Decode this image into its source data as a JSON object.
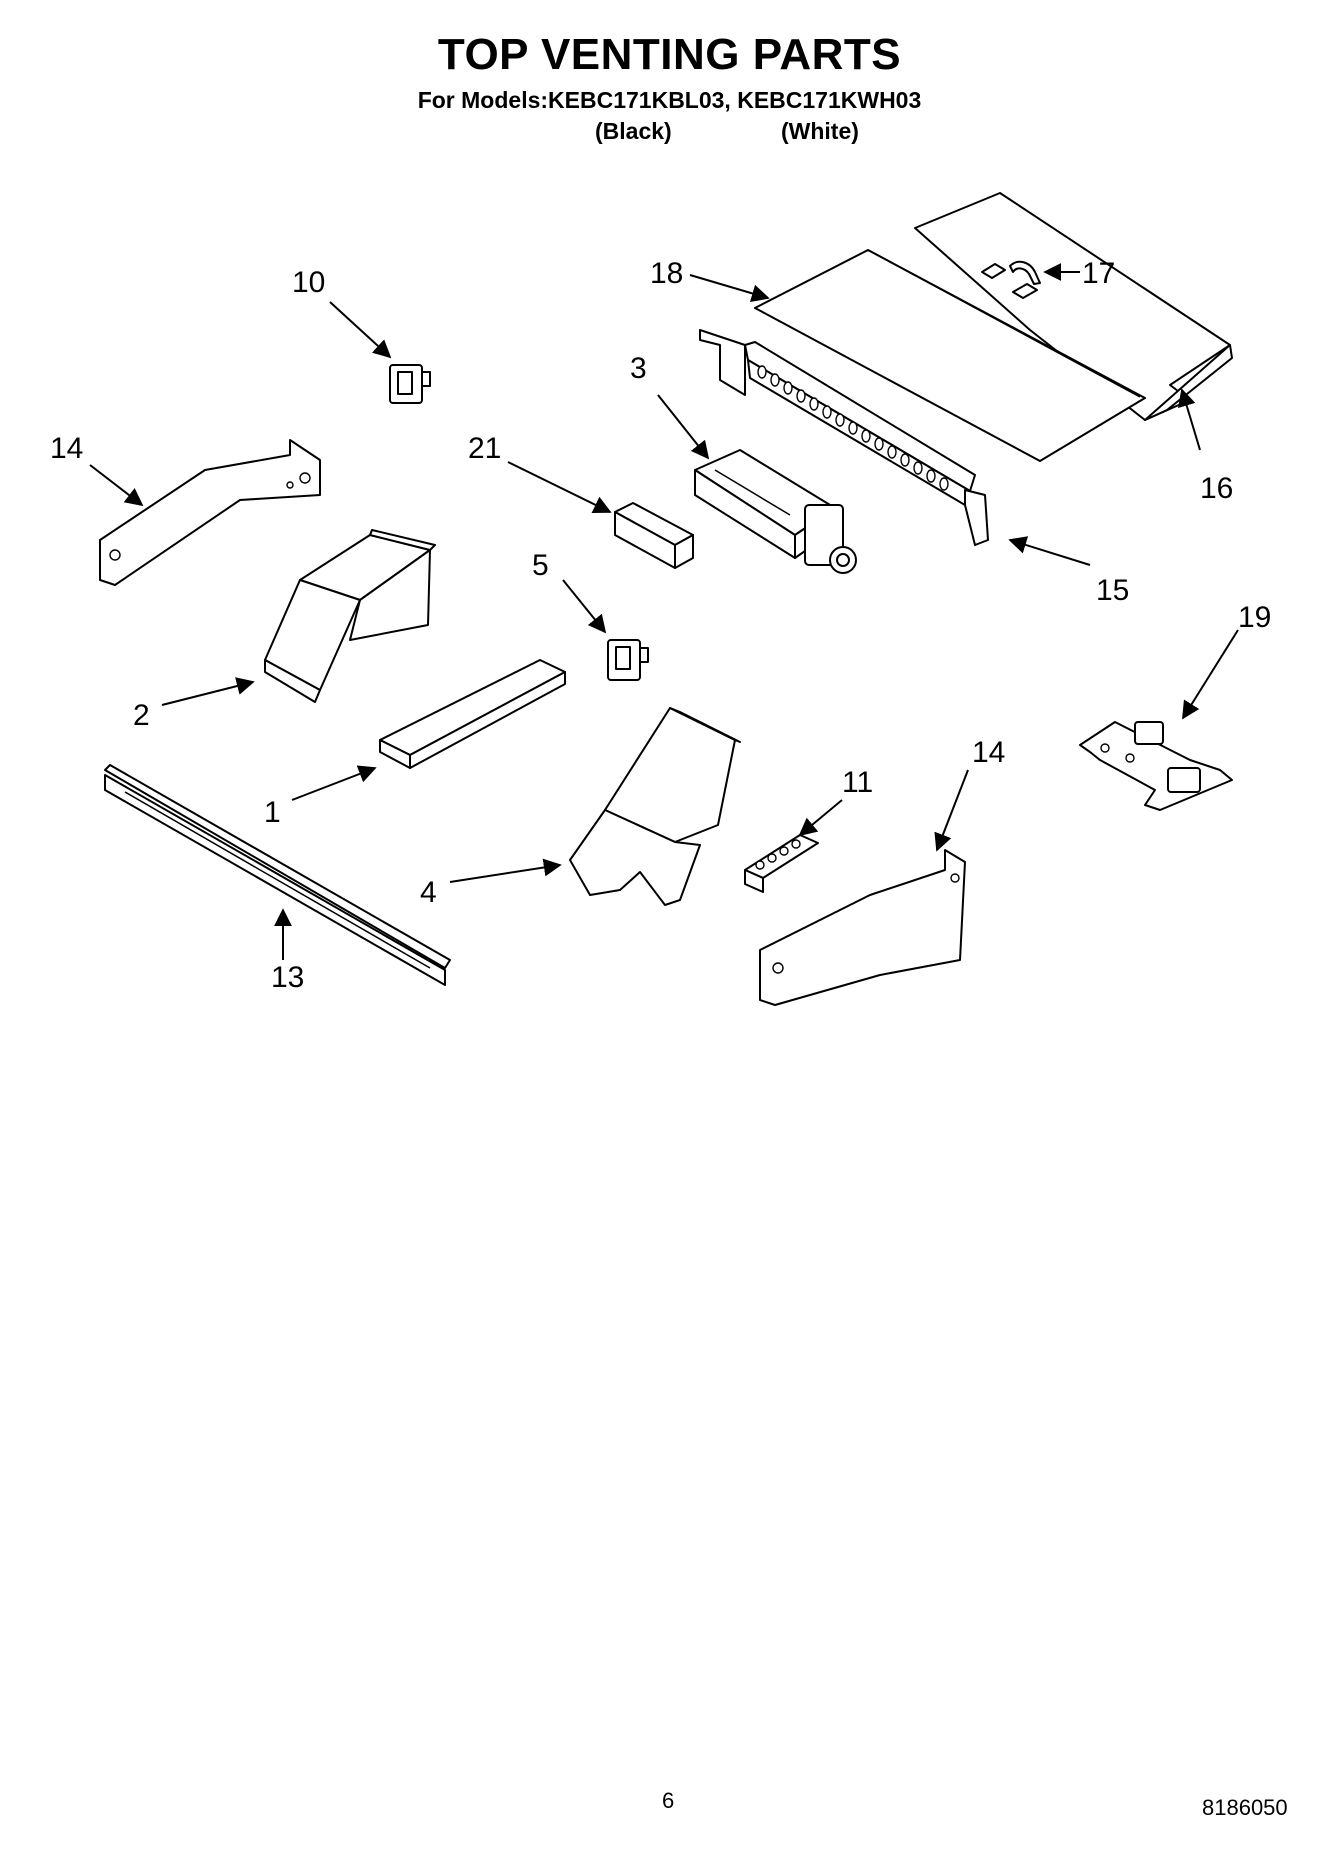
{
  "header": {
    "title": "TOP VENTING PARTS",
    "models_line": "For Models:KEBC171KBL03, KEBC171KWH03",
    "variant_black": "(Black)",
    "variant_white": "(White)"
  },
  "callouts": {
    "c1": "1",
    "c2": "2",
    "c3": "3",
    "c4": "4",
    "c5": "5",
    "c10": "10",
    "c11": "11",
    "c13": "13",
    "c14a": "14",
    "c14b": "14",
    "c15": "15",
    "c16": "16",
    "c17": "17",
    "c18": "18",
    "c19": "19",
    "c21": "21"
  },
  "footer": {
    "page_number": "6",
    "document_number": "8186050"
  }
}
